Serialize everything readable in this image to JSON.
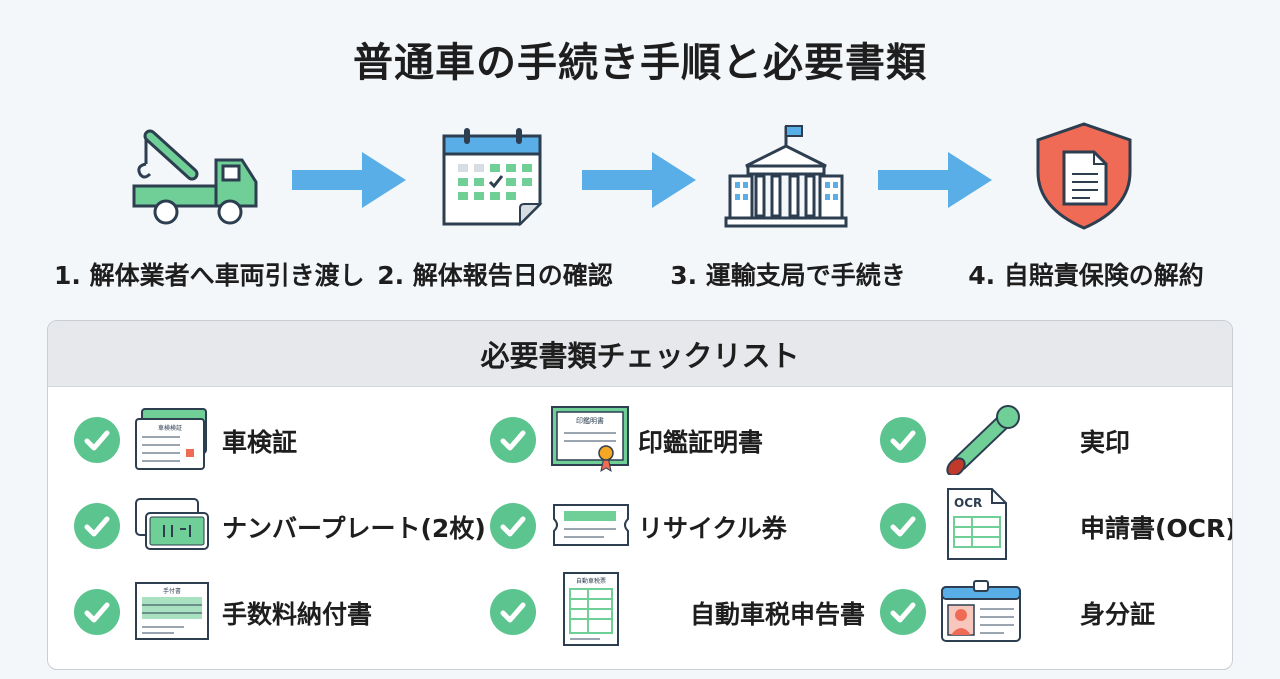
{
  "title": "普通車の手続き手順と必要書類",
  "steps": [
    {
      "label": "1. 解体業者へ車両引き渡し",
      "icon": "tow-truck-icon"
    },
    {
      "label": "2. 解体報告日の確認",
      "icon": "calendar-check-icon"
    },
    {
      "label": "3. 運輸支局で手続き",
      "icon": "government-building-icon"
    },
    {
      "label": "4. 自賠責保険の解約",
      "icon": "shield-document-icon"
    }
  ],
  "checklist": {
    "title": "必要書類チェックリスト",
    "items": [
      {
        "label": "車検証",
        "icon": "vehicle-registration-icon"
      },
      {
        "label": "印鑑証明書",
        "icon": "seal-certificate-icon"
      },
      {
        "label": "実印",
        "icon": "stamp-icon"
      },
      {
        "label": "ナンバープレート(2枚)",
        "icon": "license-plate-icon"
      },
      {
        "label": "リサイクル券",
        "icon": "recycle-ticket-icon"
      },
      {
        "label": "申請書(OCR)",
        "icon": "ocr-form-icon"
      },
      {
        "label": "手数料納付書",
        "icon": "fee-form-icon"
      },
      {
        "label": "自動車税申告書",
        "icon": "tax-form-icon"
      },
      {
        "label": "身分証",
        "icon": "id-card-icon"
      }
    ],
    "icon_text": {
      "registration": "車検検証",
      "certificate": "印鑑明書",
      "ocr": "OCR",
      "fee": "手付書",
      "tax": "自動車税票"
    }
  },
  "colors": {
    "arrow": "#5aaee8",
    "check": "#5cc58f",
    "green_icon": "#6fcf97",
    "dark_outline": "#2c3e50",
    "shield": "#f06b55"
  }
}
